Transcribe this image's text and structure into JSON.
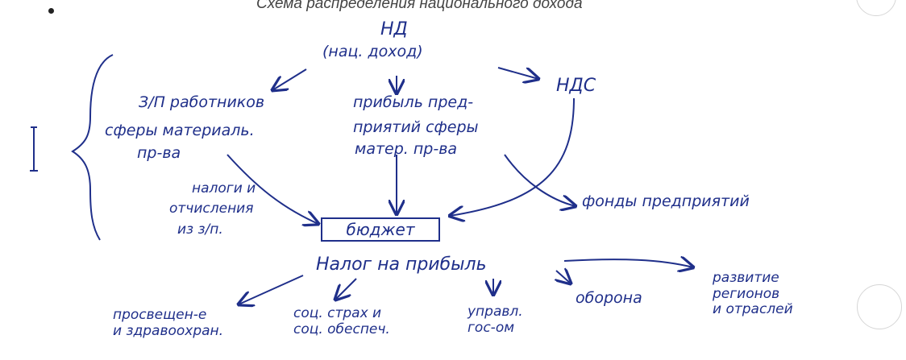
{
  "title": "Схема распределения национального дохода",
  "nodes": {
    "nd_short": "НД",
    "nd_full": "(нац. доход)",
    "nds": "НДС",
    "wages_line1": "З/П работников",
    "wages_line2": "сферы материаль.",
    "wages_line3": "пр-ва",
    "profit_line1": "прибыль пред-",
    "profit_line2": "приятий сферы",
    "profit_line3": "матер. пр-ва",
    "taxes_line1": "налоги и",
    "taxes_line2": "отчисления",
    "taxes_line3": "из з/п.",
    "budget": "бюджет",
    "funds": "фонды предприятий",
    "profit_tax": "Налог на прибыль",
    "education": "просвещен-е\nи здравоохран.",
    "social": "соц. страх и\nсоц. обеспеч.",
    "gov": "управл.\nгос-ом",
    "defense": "оборона",
    "regions": "развитие\nрегионов\nи отраслей"
  },
  "brace_label": "I",
  "colors": {
    "ink": "#1f2f8a",
    "print": "#444444"
  }
}
